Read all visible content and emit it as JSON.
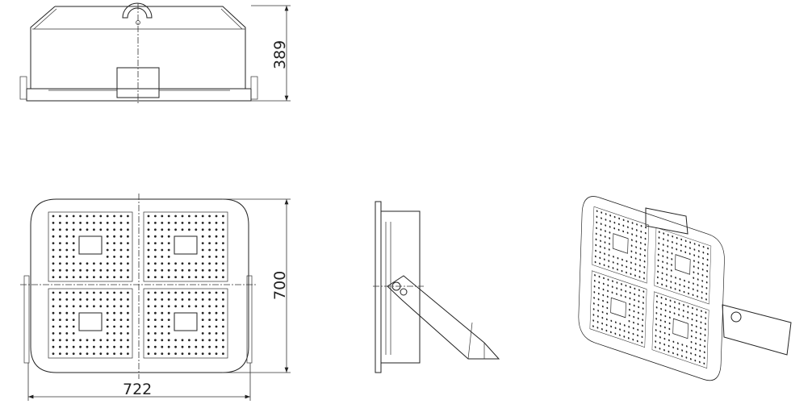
{
  "dimensions": {
    "height_top_view": "389",
    "height_front_view": "700",
    "width_front_view": "722"
  },
  "views": [
    "top-view",
    "front-view",
    "side-view",
    "isometric-view"
  ],
  "modules_per_fixture": 4,
  "colors": {
    "line": "#222222",
    "background": "#ffffff"
  }
}
